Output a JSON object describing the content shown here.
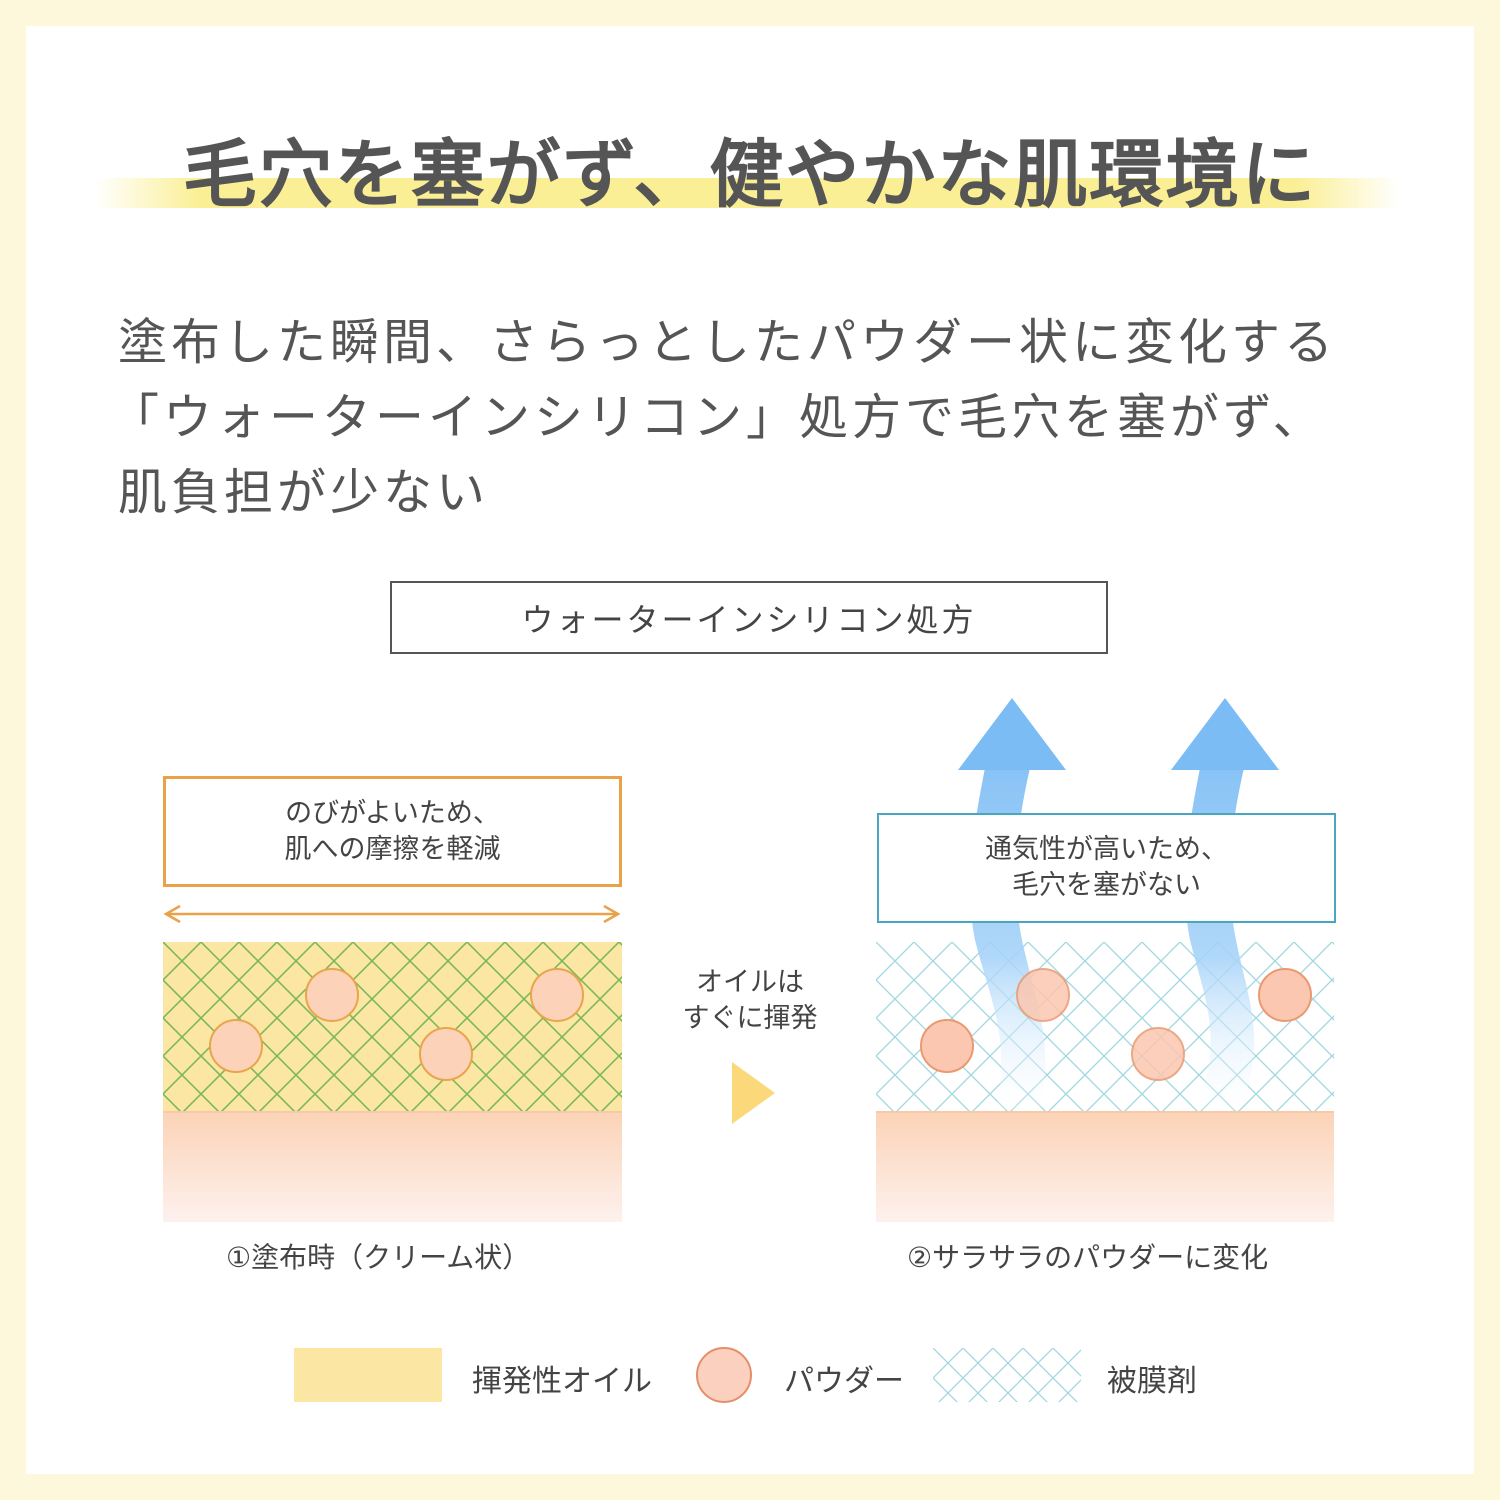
{
  "headline": "毛穴を塞がず、健やかな肌環境に",
  "lead": {
    "lines": [
      "塗布した瞬間、さらっとしたパウダー状に変化する",
      "「ウォーターインシリコン」処方で毛穴を塞がず、",
      "肌負担が少ない"
    ]
  },
  "formula_label": "ウォーターインシリコン処方",
  "left_panel": {
    "note_lines": [
      "のびがよいため、",
      "肌への摩擦を軽減"
    ],
    "caption": "①塗布時（クリーム状）"
  },
  "transition": {
    "lines": [
      "オイルは",
      "すぐに揮発"
    ]
  },
  "right_panel": {
    "note_lines": [
      "通気性が高いため、",
      "毛穴を塞がない"
    ],
    "caption": "②サラサラのパウダーに変化"
  },
  "legend": {
    "items": [
      {
        "label": "揮発性オイル",
        "swatch": "oil"
      },
      {
        "label": "パウダー",
        "swatch": "powder"
      },
      {
        "label": "被膜剤",
        "swatch": "film"
      }
    ]
  },
  "colors": {
    "page_bg": "#fdf8dc",
    "highlight": "#fbef95",
    "oil": "#fce6a4",
    "oil_mesh": "#7cb85a",
    "powder_fill": "#fcd3b8",
    "powder_stroke": "#e8a54c",
    "film_mesh": "#9fd6df",
    "skin": "#fcd7bd",
    "air_arrow": "#7bbcf5",
    "left_border": "#e9a24a",
    "right_border": "#4aa6c0",
    "play_triangle": "#fbd97a"
  }
}
